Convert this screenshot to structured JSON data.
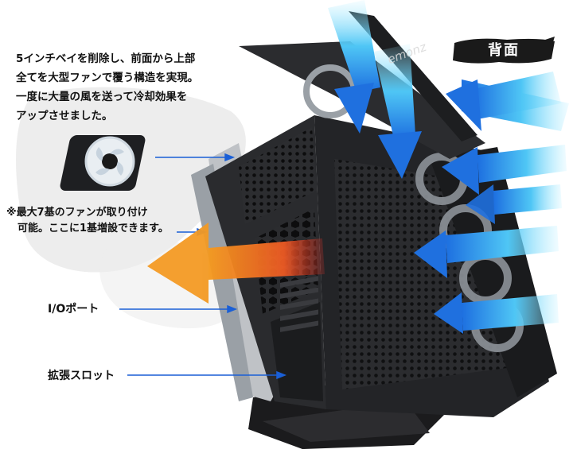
{
  "badge": {
    "label": "背面"
  },
  "watermark": "emonz",
  "intro": {
    "lines": [
      "5インチベイを削除し、前面から上部",
      "全てを大型ファンで覆う構造を実現。",
      "一度に大量の風を送って冷却効果を",
      "アップさせました。"
    ]
  },
  "fan_note": {
    "lines": [
      "※最大7基のファンが取り付け",
      "可能。ここに1基増設できます。"
    ]
  },
  "labels": {
    "io_port": "I/Oポート",
    "expansion_slot": "拡張スロット"
  },
  "colors": {
    "pointer_line": "#1a5fd6",
    "intake_arrow": "#1e8fe0",
    "exhaust_arrow": "#f07a1a",
    "case_body": "#2a2b2e",
    "badge_bg": "#1a1a1a"
  }
}
